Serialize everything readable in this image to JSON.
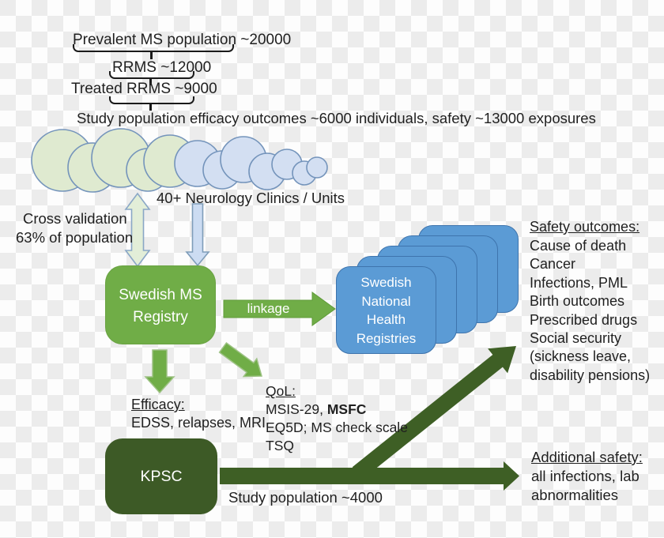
{
  "funnel": {
    "line1": "Prevalent MS population ~20000",
    "line2": "RRMS ~12000",
    "line3": "Treated RRMS ~9000",
    "line4": "Study population efficacy outcomes ~6000 individuals, safety ~13000 exposures"
  },
  "clinics_label": "40+ Neurology Clinics / Units",
  "cross_validation": {
    "line1": "Cross validation",
    "line2": "63% of population"
  },
  "ms_registry": {
    "line1": "Swedish MS",
    "line2": "Registry"
  },
  "linkage_label": "linkage",
  "national_registries": {
    "line1": "Swedish",
    "line2": "National",
    "line3": "Health",
    "line4": "Registries"
  },
  "safety_outcomes": {
    "title": "Safety outcomes:",
    "items": [
      "Cause of death",
      "Cancer",
      "Infections, PML",
      "Birth outcomes",
      "Prescribed drugs",
      "Social security",
      "(sickness leave,",
      "disability pensions)"
    ]
  },
  "efficacy": {
    "title": "Efficacy:",
    "line": "EDSS, relapses, MRI"
  },
  "qol": {
    "title": "QoL:",
    "line1_regular": "MSIS-29, ",
    "line1_bold": "MSFC",
    "line2": "EQ5D; MS check scale",
    "line3": "TSQ"
  },
  "kpsc_label": "KPSC",
  "study_population_label": "Study population ~4000",
  "additional_safety": {
    "title": "Additional safety:",
    "line1": "all infections, lab",
    "line2": "abnormalities"
  },
  "colors": {
    "accent_green": "#70ad47",
    "dark_green": "#3e5f25",
    "registry_blue": "#5b9bd5",
    "pale_green_arrow": "#e2eed8",
    "pale_blue_arrow": "#ccdcf2",
    "circle_green": "#dfead0",
    "circle_blue": "#d3dff2",
    "text": "#1f1f1f"
  }
}
